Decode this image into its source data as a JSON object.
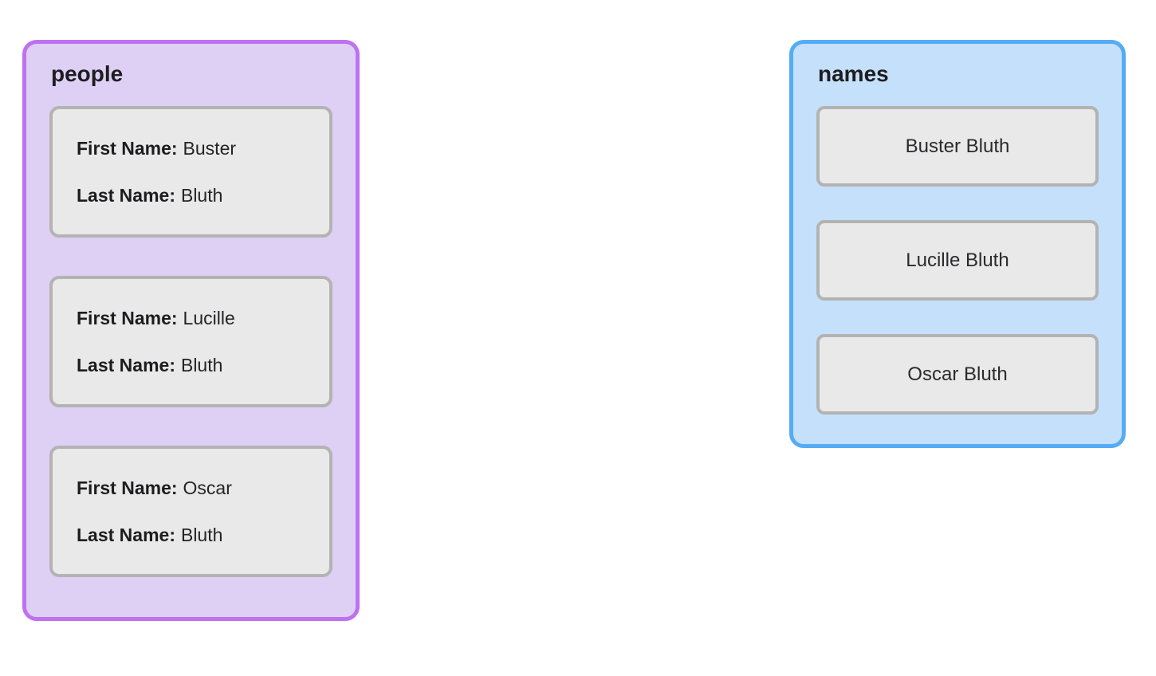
{
  "colors": {
    "people_border": "#be72ef",
    "people_bg": "#ded0f5",
    "names_border": "#55acf5",
    "names_bg": "#c5e0fa",
    "card_border": "#b3b3b3",
    "card_bg": "#e9e9e9",
    "text": "#1d1d1f"
  },
  "people_panel": {
    "title": "people",
    "records": [
      {
        "first_name_label": "First Name:",
        "first_name": "Buster",
        "last_name_label": "Last Name:",
        "last_name": "Bluth"
      },
      {
        "first_name_label": "First Name:",
        "first_name": "Lucille",
        "last_name_label": "Last Name:",
        "last_name": "Bluth"
      },
      {
        "first_name_label": "First Name:",
        "first_name": "Oscar",
        "last_name_label": "Last Name:",
        "last_name": "Bluth"
      }
    ]
  },
  "names_panel": {
    "title": "names",
    "items": [
      "Buster Bluth",
      "Lucille Bluth",
      "Oscar Bluth"
    ]
  }
}
